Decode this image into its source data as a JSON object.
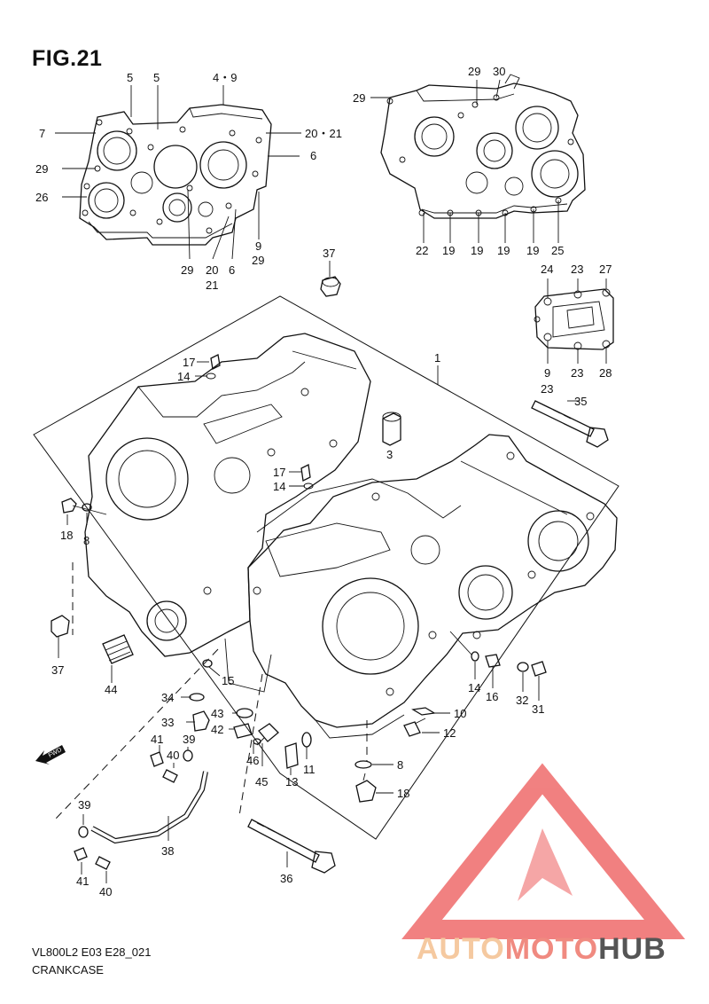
{
  "figure": {
    "title": "FIG.21",
    "model_code": "VL800L2 E03 E28_021",
    "caption": "CRANKCASE"
  },
  "fwd_label": "FWD",
  "logo": {
    "part1": "AUTO",
    "part2": "MOTO",
    "part3": "HUB",
    "color_auto": "#f5c9a0",
    "color_moto": "#f08a80",
    "color_hub": "#555555",
    "triangle_color": "#ef6b6b"
  },
  "callouts": {
    "c1": "1",
    "c3": "3",
    "c35": "35",
    "c37a": "37",
    "c37b": "37",
    "c17a": "17",
    "c14a": "14",
    "c17b": "17",
    "c14b": "14",
    "c18a": "18",
    "c8a": "8",
    "c44": "44",
    "c15": "15",
    "c34": "34",
    "c33": "33",
    "c43": "43",
    "c42": "42",
    "c41a": "41",
    "c39a": "39",
    "c40a": "40",
    "c46": "46",
    "c45": "45",
    "c11": "11",
    "c13": "13",
    "c39b": "39",
    "c38": "38",
    "c41b": "41",
    "c40b": "40",
    "c36": "36",
    "c14c": "14",
    "c16": "16",
    "c32": "32",
    "c31": "31",
    "c10": "10",
    "c12": "12",
    "c8b": "8",
    "c18b": "18",
    "l5a": "5",
    "l5b": "5",
    "l49": "4・9",
    "l7": "7",
    "l2021a": "20・21",
    "l29a": "29",
    "l6a": "6",
    "l26": "26",
    "l9": "9",
    "l29b": "29",
    "l29c": "29",
    "l20": "20",
    "l21": "21",
    "l6b": "6",
    "r29a": "29",
    "r29b": "29",
    "r30": "30",
    "r22": "22",
    "r19a": "19",
    "r19b": "19",
    "r19c": "19",
    "r19d": "19",
    "r25": "25",
    "p24": "24",
    "p23a": "23",
    "p27": "27",
    "p9": "9",
    "p23b": "23",
    "p28": "28",
    "p23c": "23"
  }
}
